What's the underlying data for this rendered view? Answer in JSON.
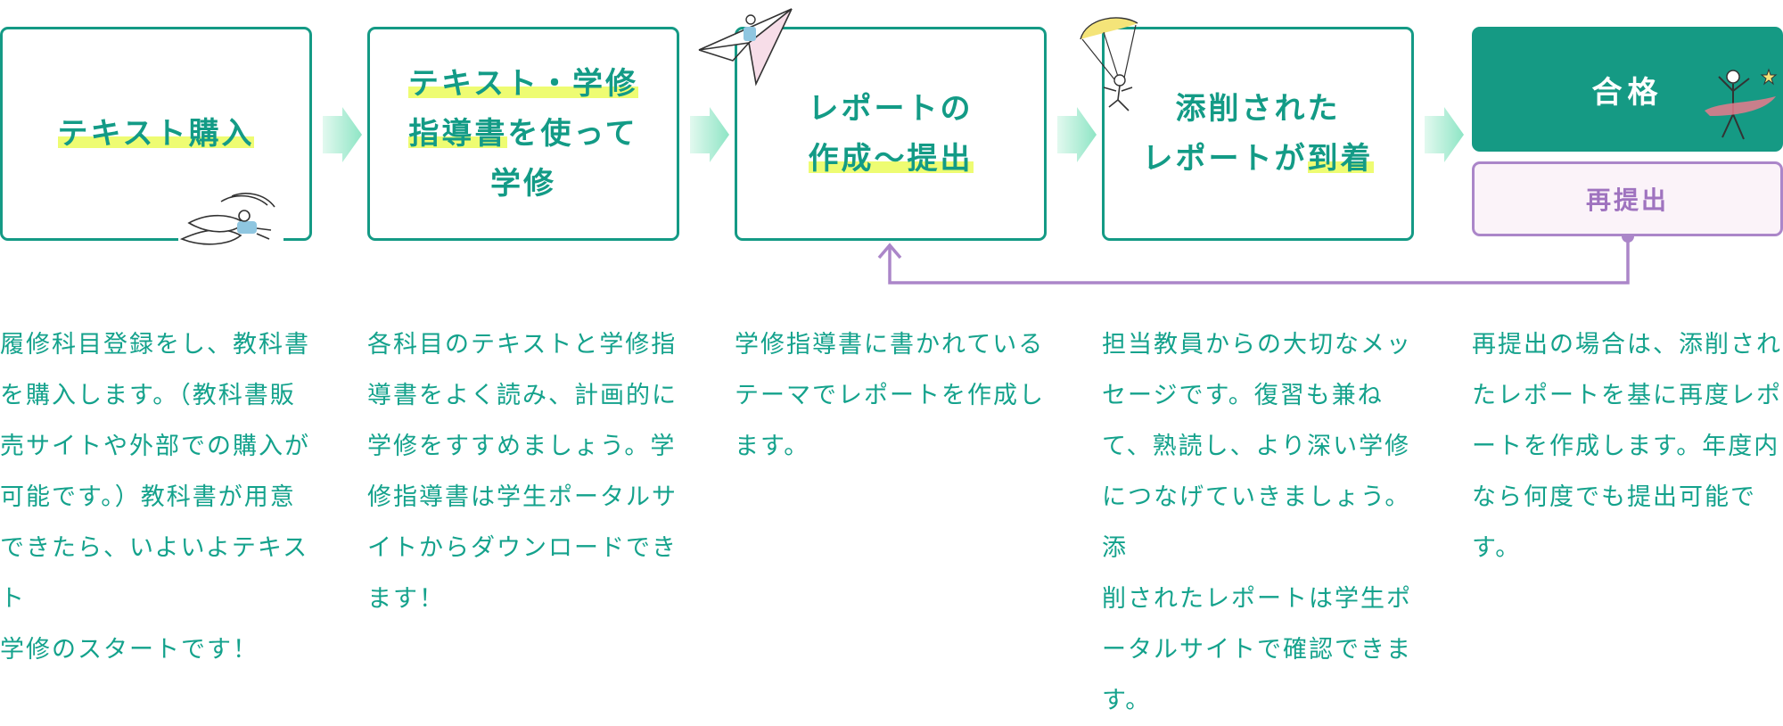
{
  "steps": [
    {
      "title_lines": [
        {
          "segments": [
            {
              "text": "テキスト購入",
              "hl": true
            }
          ]
        }
      ]
    },
    {
      "title_lines": [
        {
          "segments": [
            {
              "text": "テキスト・学修",
              "hl": true
            }
          ]
        },
        {
          "segments": [
            {
              "text": "指導書",
              "hl": true
            },
            {
              "text": "を使って",
              "hl": false
            }
          ]
        },
        {
          "segments": [
            {
              "text": "学修",
              "hl": false
            }
          ]
        }
      ]
    },
    {
      "title_lines": [
        {
          "segments": [
            {
              "text": "レポートの",
              "hl": false
            }
          ]
        },
        {
          "segments": [
            {
              "text": "作成〜提出",
              "hl": true
            }
          ]
        }
      ]
    },
    {
      "title_lines": [
        {
          "segments": [
            {
              "text": "添削された",
              "hl": false
            }
          ]
        },
        {
          "segments": [
            {
              "text": "レポートが",
              "hl": false
            },
            {
              "text": "到着",
              "hl": true
            }
          ]
        }
      ]
    }
  ],
  "result": {
    "pass_label": "合格",
    "resubmit_label": "再提出"
  },
  "descriptions": [
    "履修科目登録をし、教科書\nを購入します。（教科書販\n売サイトや外部での購入が\n可能です。）教科書が用意\nできたら、いよいよテキスト\n学修のスタートです！",
    "各科目のテキストと学修指\n導書をよく読み、計画的に\n学修をすすめましょう。学\n修指導書は学生ポータルサ\nイトからダウンロードでき\nます！",
    "学修指導書に書かれている\nテーマでレポートを作成し\nます。",
    "担当教員からの大切なメッ\nセージです。復習も兼ね\nて、熟読し、より深い学修\nにつなげていきましょう。添\n削されたレポートは学生ポ\nータルサイトで確認できま\nす。",
    "再提出の場合は、添削され\nたレポートを基に再度レポ\nートを作成します。年度内\nなら何度でも提出可能で\nす。"
  ],
  "colors": {
    "teal": "#149a85",
    "text": "#14a28c",
    "highlight": "#eefc72",
    "purple": "#ab86c9",
    "arrow_gradient": [
      "#e2f9ef",
      "#8ee5c5"
    ]
  },
  "icons": [
    "book-reader-illustration",
    "paper-plane-illustration",
    "parachute-illustration",
    "runner-finish-illustration"
  ]
}
